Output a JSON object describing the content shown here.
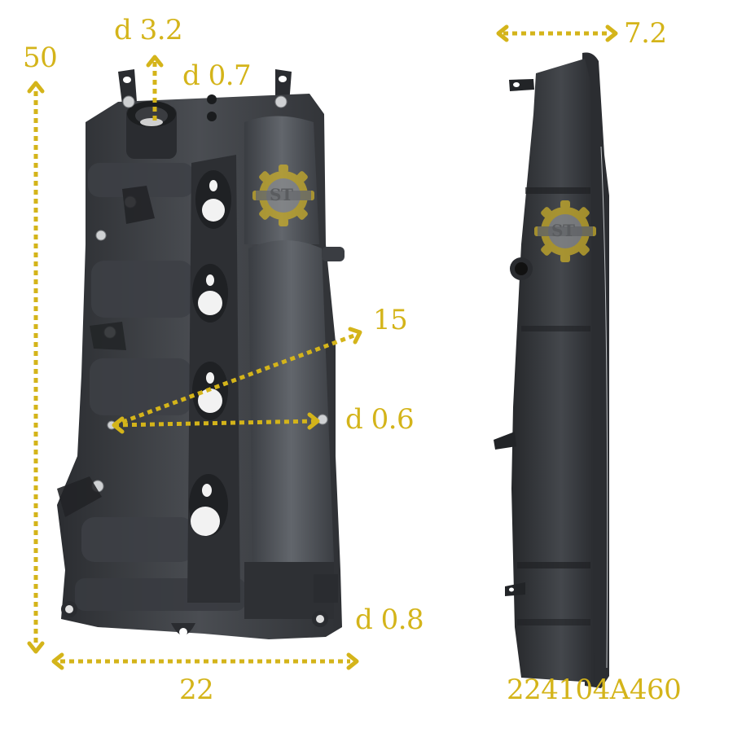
{
  "colors": {
    "accent": "#d4b41a",
    "part_dark": "#2e3034",
    "part_mid": "#45484d",
    "part_light": "#5c6066",
    "background": "#ffffff"
  },
  "dimensions": {
    "height": "50",
    "width": "22",
    "depth": "7.2",
    "diagonal": "15",
    "oil_filler_diameter": "d 3.2",
    "top_hole_diameter": "d 0.7",
    "mount_hole_diameter": "d 0.6",
    "corner_hole_diameter": "d 0.8"
  },
  "part_number": "224104A460",
  "watermark": {
    "text": "ST"
  },
  "views": {
    "front": "valve-cover-top-view",
    "side": "valve-cover-side-view"
  }
}
